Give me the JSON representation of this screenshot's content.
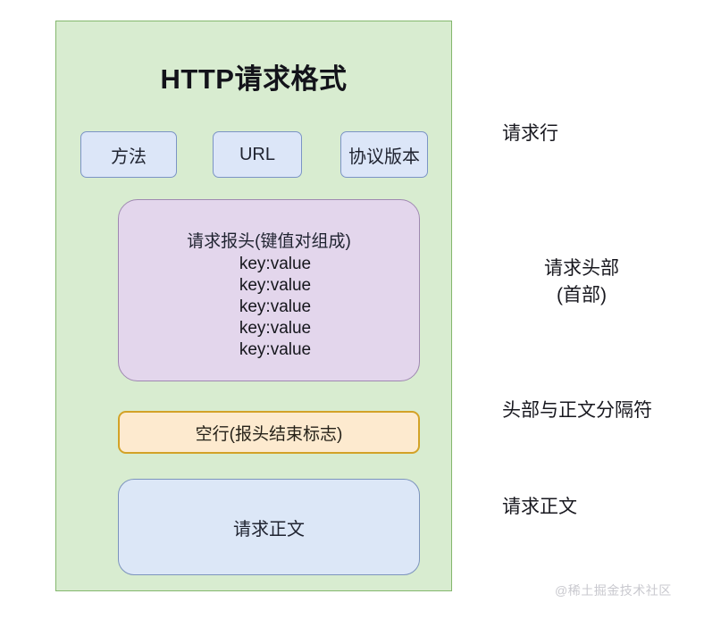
{
  "diagram": {
    "title": "HTTP请求格式",
    "request_line": {
      "boxes": [
        {
          "label": "方法"
        },
        {
          "label": "URL"
        },
        {
          "label": "协议版本"
        }
      ]
    },
    "header_block": {
      "title": "请求报头(键值对组成)",
      "lines": [
        "key:value",
        "key:value",
        "key:value",
        "key:value",
        "key:value"
      ]
    },
    "blank_line_block": {
      "label": "空行(报头结束标志)"
    },
    "body_block": {
      "label": "请求正文"
    },
    "side_labels": [
      {
        "text": "请求行"
      },
      {
        "text": "请求头部\n(首部)"
      },
      {
        "text": "头部与正文分隔符"
      },
      {
        "text": "请求正文"
      }
    ],
    "watermark": "@稀土掘金技术社区",
    "colors": {
      "panel_fill": "#d8ecd0",
      "panel_border": "#84b76d",
      "blue_fill": "#dce6f8",
      "blue_border": "#7b94c5",
      "purple_fill": "#e3d6ec",
      "purple_border": "#9f88b1",
      "orange_fill": "#fdeacf",
      "orange_border": "#d3a227",
      "text": "#18181f",
      "watermark": "#c9c9cf"
    }
  }
}
